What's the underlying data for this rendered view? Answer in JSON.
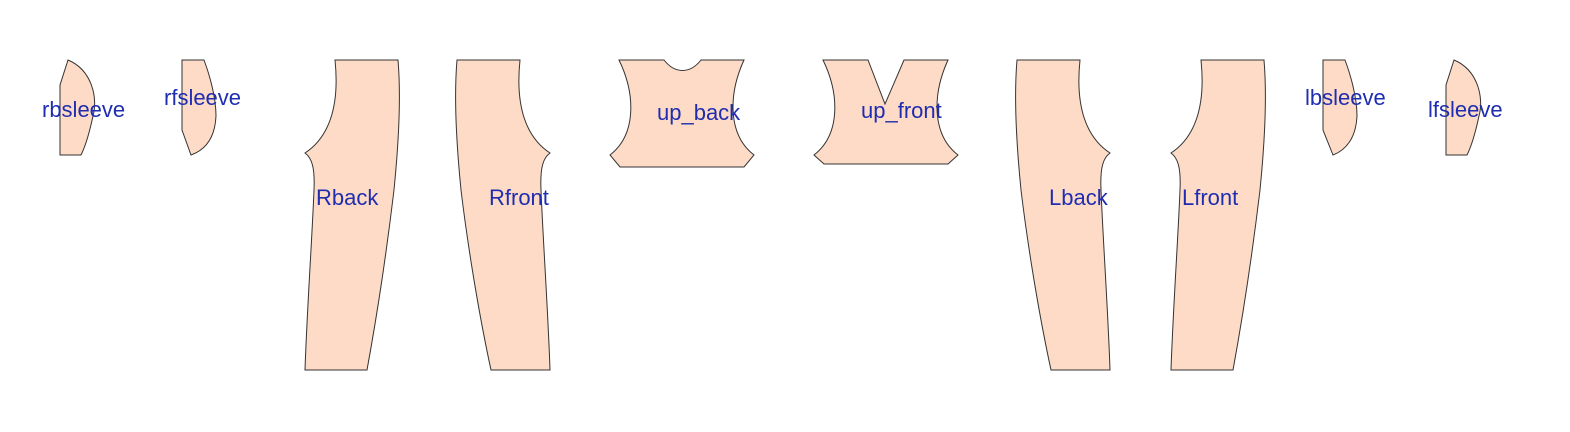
{
  "colors": {
    "piece_fill": "#FDDBC6",
    "piece_stroke": "#333333",
    "label_color": "#1F2DB0",
    "background": "#FFFFFF"
  },
  "pieces": [
    {
      "id": "rbsleeve",
      "label": "rbsleeve"
    },
    {
      "id": "rfsleeve",
      "label": "rfsleeve"
    },
    {
      "id": "rback",
      "label": "Rback"
    },
    {
      "id": "rfront",
      "label": "Rfront"
    },
    {
      "id": "up-back",
      "label": "up_back"
    },
    {
      "id": "up-front",
      "label": "up_front"
    },
    {
      "id": "lback",
      "label": "Lback"
    },
    {
      "id": "lfront",
      "label": "Lfront"
    },
    {
      "id": "lbsleeve",
      "label": "lbsleeve"
    },
    {
      "id": "lfsleeve",
      "label": "lfsleeve"
    }
  ]
}
